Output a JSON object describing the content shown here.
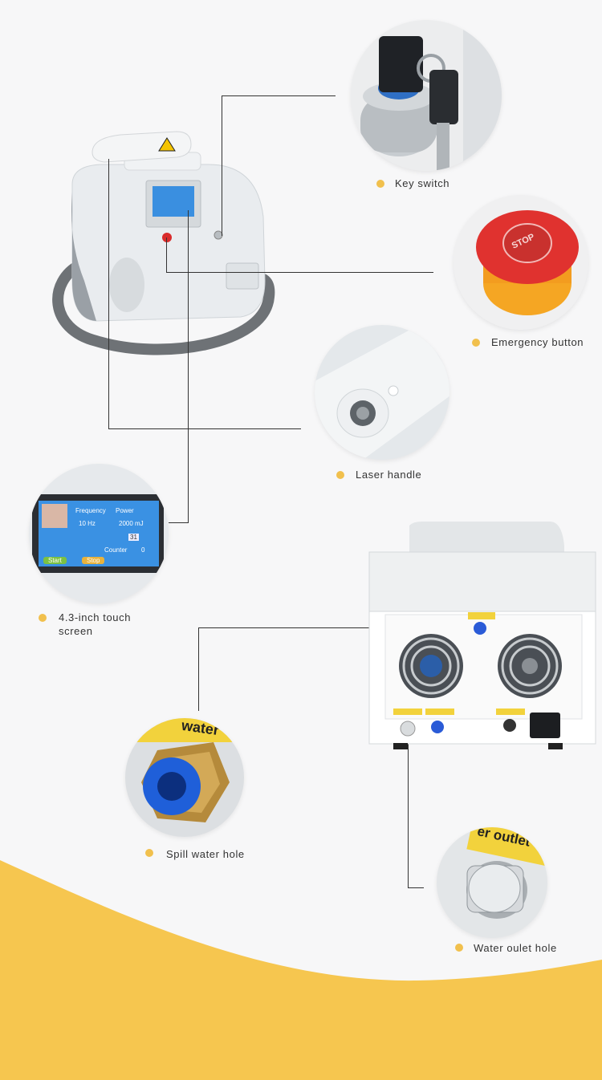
{
  "colors": {
    "accent": "#f3c14b",
    "bullet": "#f1c04d",
    "line": "#333333",
    "background": "#f7f7f8",
    "stop_red": "#e0322f",
    "stop_orange": "#f5a623",
    "fitting_blue": "#2a5bd7"
  },
  "callouts": {
    "key_switch": "Key switch",
    "emergency_button": "Emergency button",
    "laser_handle": "Laser handle",
    "touch_screen_line1": "4.3-inch touch",
    "touch_screen_line2": "screen",
    "spill_water_hole": "Spill water hole",
    "water_outlet_hole": "Water oulet hole"
  },
  "photo_text": {
    "stop": "STOP",
    "water_label": "water",
    "outlet_label": "er outlet"
  },
  "screen": {
    "frequency": "Frequency",
    "power": "Power",
    "hz_value": "10 Hz",
    "mj_value": "2000 mJ",
    "counter": "31",
    "counter_label": "Counter",
    "counter_value": "0",
    "start": "Start",
    "stop": "Stop"
  },
  "icons": [
    "key-icon",
    "stop-button-icon",
    "handpiece-icon",
    "touchscreen-icon",
    "water-fitting-icon",
    "knurled-cap-icon",
    "fan-icon"
  ]
}
